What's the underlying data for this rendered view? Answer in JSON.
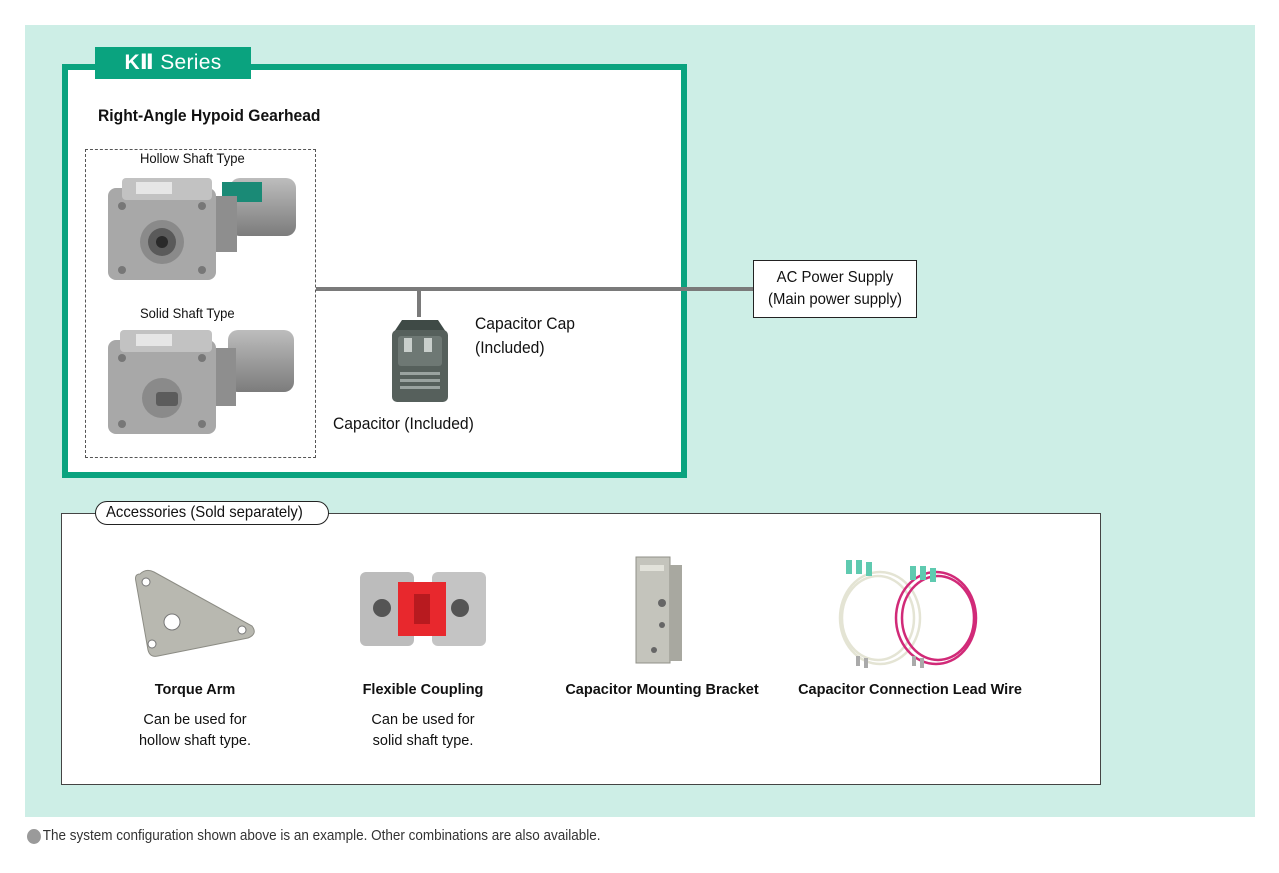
{
  "series": {
    "tab_mark": "KⅡ",
    "tab_name": "Series"
  },
  "gearhead": {
    "title": "Right-Angle Hypoid Gearhead",
    "hollow_label": "Hollow Shaft Type",
    "solid_label": "Solid Shaft Type"
  },
  "capacitor": {
    "cap_line1": "Capacitor Cap",
    "cap_line2": "(Included)",
    "capacitor_label": "Capacitor (Included)"
  },
  "power": {
    "line1": "AC Power Supply",
    "line2": "(Main power supply)"
  },
  "accessories": {
    "tab_label": "Accessories (Sold separately)",
    "items": [
      {
        "name": "Torque Arm",
        "note_line1": "Can be used for",
        "note_line2": "hollow shaft type."
      },
      {
        "name": "Flexible Coupling",
        "note_line1": "Can be used for",
        "note_line2": "solid shaft type."
      },
      {
        "name": "Capacitor Mounting Bracket"
      },
      {
        "name": "Capacitor Connection Lead Wire"
      }
    ]
  },
  "footnote": "The system configuration shown above is an example. Other combinations are also available.",
  "colors": {
    "accent": "#0aa37f",
    "panel": "#cdeee6",
    "wire": "#7a7a7a",
    "lead_white": "#e4e4d4",
    "lead_magenta": "#d12a78",
    "coupling_insert": "#e8282d"
  },
  "icons": [
    "hollow-shaft-gearmotor-icon",
    "solid-shaft-gearmotor-icon",
    "capacitor-icon",
    "torque-arm-icon",
    "flexible-coupling-icon",
    "mounting-bracket-icon",
    "lead-wire-icon"
  ]
}
